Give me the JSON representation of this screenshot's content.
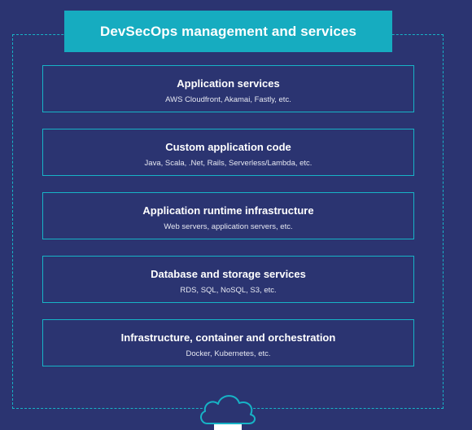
{
  "header": {
    "title": "DevSecOps management and services"
  },
  "layers": [
    {
      "title": "Application services",
      "subtitle": "AWS Cloudfront, Akamai, Fastly, etc."
    },
    {
      "title": "Custom application code",
      "subtitle": "Java, Scala, .Net, Rails, Serverless/Lambda, etc."
    },
    {
      "title": "Application runtime infrastructure",
      "subtitle": "Web servers, application servers, etc."
    },
    {
      "title": "Database and storage services",
      "subtitle": "RDS, SQL, NoSQL, S3, etc."
    },
    {
      "title": "Infrastructure, container and orchestration",
      "subtitle": "Docker, Kubernetes, etc."
    }
  ],
  "colors": {
    "background": "#2b3471",
    "accent": "#16acc0",
    "text": "#ffffff"
  },
  "icons": {
    "cloud": "cloud-icon"
  }
}
